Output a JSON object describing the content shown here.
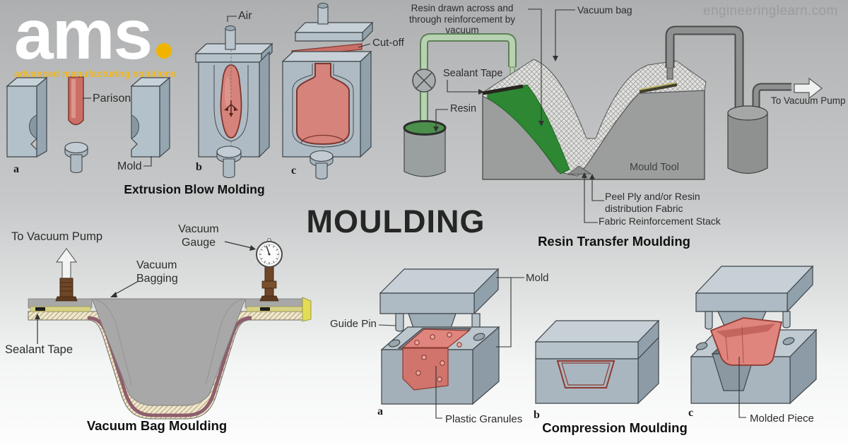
{
  "brand": {
    "logo_text": "ams",
    "tagline": "advanced manufacturing solutions"
  },
  "watermark": "engineeringlearn.com",
  "main_title": "MOULDING",
  "extrusion_blow_molding": {
    "title": "Extrusion Blow Molding",
    "label_parison": "Parison",
    "label_mold": "Mold",
    "label_air": "Air",
    "label_cutoff": "Cut-off",
    "step_a": "a",
    "step_b": "b",
    "step_c": "c"
  },
  "resin_transfer_moulding": {
    "title": "Resin Transfer Moulding",
    "label_resin_drawn": "Resin drawn across and through reinforcement by vacuum",
    "label_vacuum_bag": "Vacuum bag",
    "label_sealant_tape": "Sealant Tape",
    "label_resin": "Resin",
    "label_mould_tool": "Mould Tool",
    "label_to_vacuum_pump": "To Vacuum Pump",
    "label_peel_ply": "Peel Ply and/or Resin distribution Fabric",
    "label_fabric_stack": "Fabric Reinforcement Stack"
  },
  "vacuum_bag_moulding": {
    "title": "Vacuum Bag Moulding",
    "label_to_vacuum_pump": "To Vacuum Pump",
    "label_vacuum_bagging": "Vacuum Bagging",
    "label_vacuum_gauge": "Vacuum Gauge",
    "label_sealant_tape": "Sealant Tape"
  },
  "compression_moulding": {
    "title": "Compression Moulding",
    "label_guide_pin": "Guide Pin",
    "label_mold": "Mold",
    "label_plastic_granules": "Plastic Granules",
    "label_molded_piece": "Molded Piece",
    "step_a": "a",
    "step_b": "b",
    "step_c": "c"
  },
  "colors": {
    "accent_yellow": "#f0b400",
    "molten_red": "#d5837b",
    "resin_green": "#2e8733",
    "mold_steel": "#aebbc4"
  }
}
